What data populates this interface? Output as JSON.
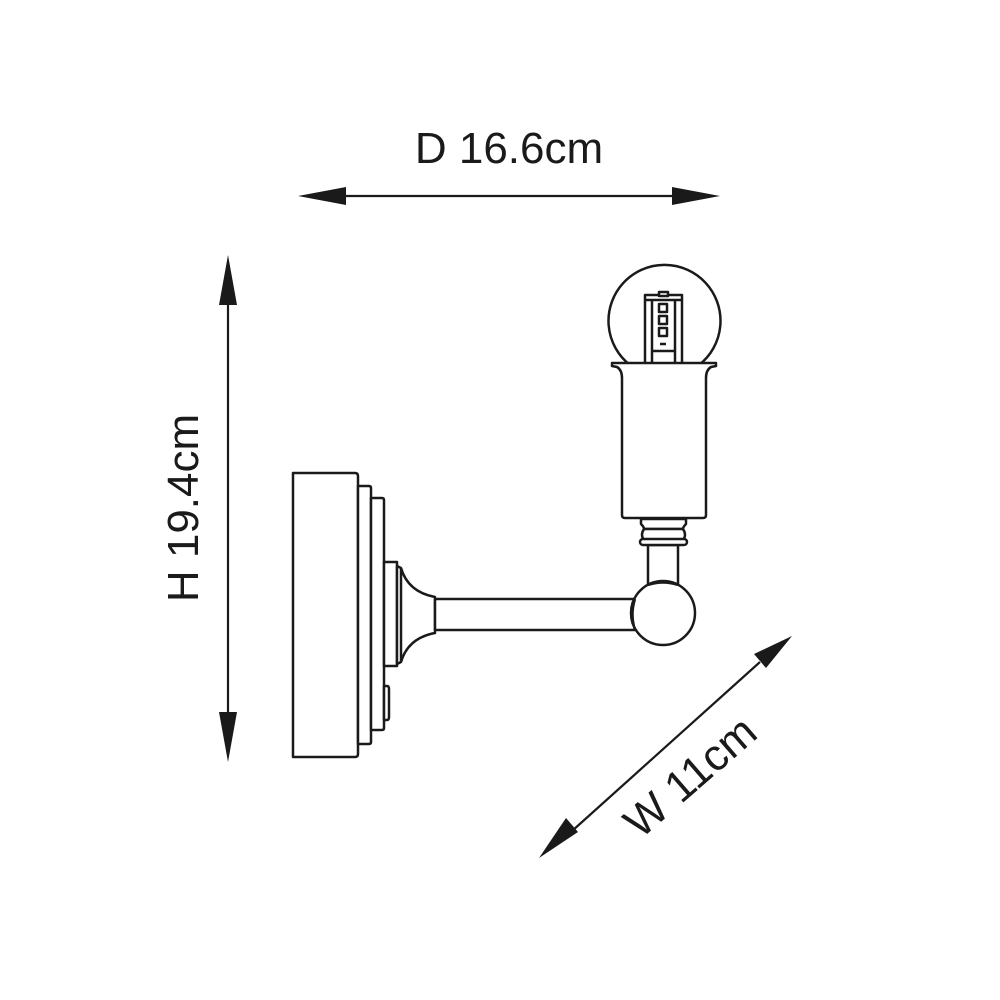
{
  "diagram": {
    "title": "Wall light dimension drawing",
    "dimensions": {
      "depth": {
        "label": "D 16.6cm",
        "axis": "horizontal"
      },
      "height": {
        "label": "H 19.4cm",
        "axis": "vertical"
      },
      "width": {
        "label": "W 11cm",
        "axis": "diagonal"
      }
    },
    "components": [
      "backplate",
      "mount",
      "arm",
      "elbow-ball",
      "collar",
      "socket",
      "bulb"
    ],
    "colors": {
      "stroke": "#1a1a1a",
      "background": "#ffffff"
    }
  }
}
